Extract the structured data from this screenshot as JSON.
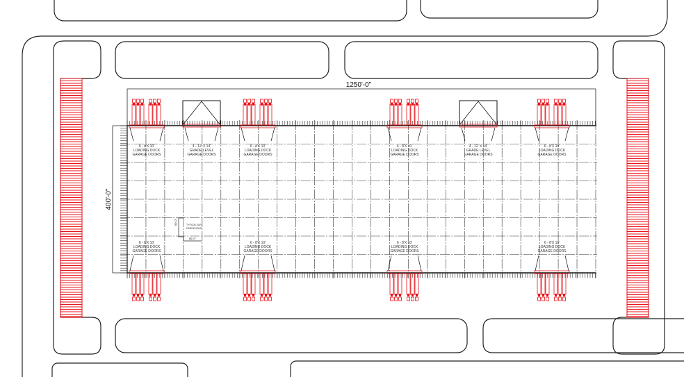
{
  "colors": {
    "line": "#222222",
    "parking": "#e8121a",
    "grid": "#333333"
  },
  "dimensions": {
    "length": "1250'-0\"",
    "width": "400'-0\""
  },
  "typical_bay": {
    "label_1": "TYPICAL BAY",
    "label_2": "DIMENSIONS",
    "horizontal": "50'-0\"",
    "vertical": "50'-0\""
  },
  "door_labels": {
    "loading": {
      "line1": "6 - 8'X 10'",
      "line2": "LOADING DOCK",
      "line3": "GARAGE DOORS"
    },
    "grade": {
      "line1": "4 - 12' X 14'",
      "line2": "GRADE LEVEL",
      "line3": "GARAGE DOORS"
    }
  },
  "grid": {
    "bays_long": 25,
    "bays_short": 8
  },
  "top_doors": [
    "loading",
    "grade",
    "loading",
    "loading",
    "grade",
    "loading"
  ],
  "bottom_doors": [
    "loading",
    "loading",
    "loading",
    "loading"
  ]
}
